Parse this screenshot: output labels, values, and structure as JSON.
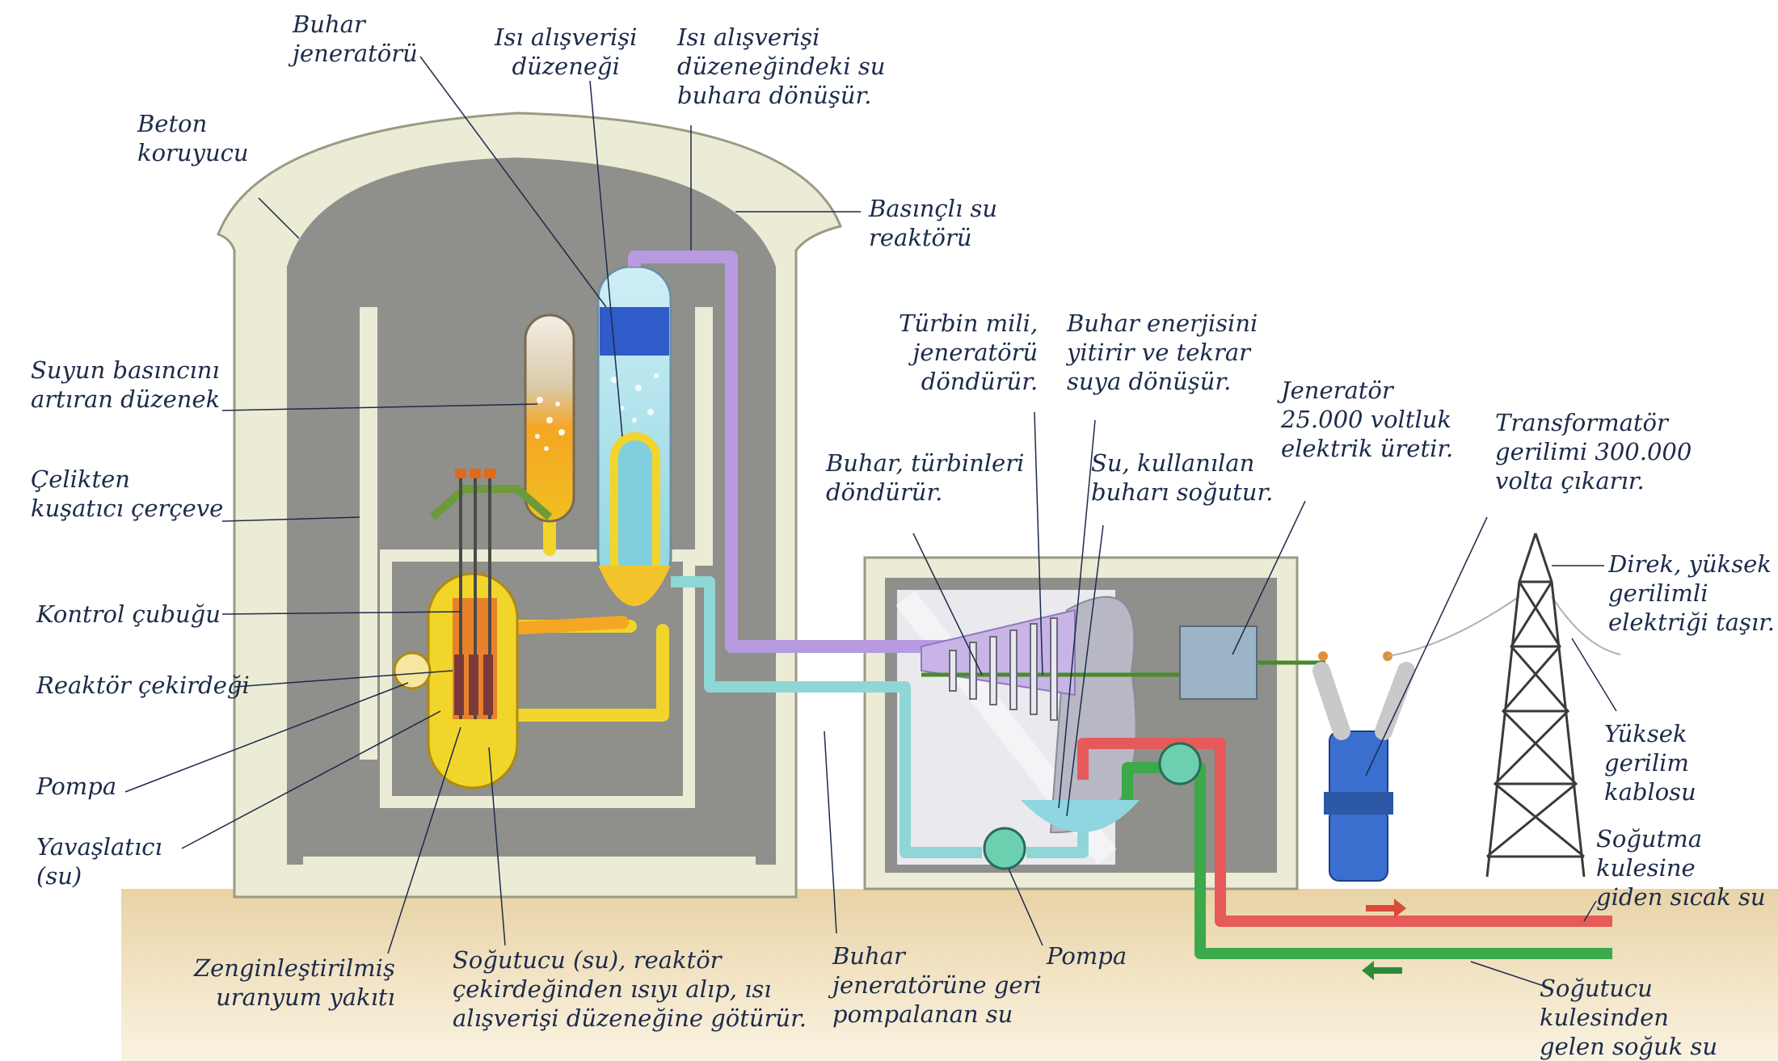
{
  "labels": {
    "steam_generator": "Buhar\njeneratörü",
    "heat_exchanger": "Isı alışverişi\ndüzeneği",
    "exchanger_water_to_steam": "Isı alışverişi\ndüzeneğindeki su\nbuhara dönüşür.",
    "concrete_shield": "Beton\nkoruyucu",
    "pressurized_water_reactor": "Basınçlı su\nreaktörü",
    "pressurizer": "Suyun basıncını\nartıran düzenek",
    "steel_frame": "Çelikten\nkuşatıcı çerçeve",
    "control_rod": "Kontrol çubuğu",
    "reactor_core": "Reaktör çekirdeği",
    "pump_left": "Pompa",
    "moderator": "Yavaşlatıcı\n(su)",
    "enriched_uranium": "Zenginleştirilmiş\nuranyum yakıtı",
    "coolant": "Soğutucu (su), reaktör\nçekirdeğinden ısıyı alıp, ısı\nalışverişi düzeneğine götürür.",
    "pumped_back_water": "Buhar\njeneratörüne geri\npompalanan su",
    "pump_bottom": "Pompa",
    "turbine_shaft": "Türbin mili,\njeneratörü\ndöndürür.",
    "steam_turns_turbines": "Buhar, türbinleri\ndöndürür.",
    "steam_loses_energy": "Buhar enerjisini\nyitirir ve tekrar\nsuya dönüşür.",
    "water_cools_steam": "Su, kullanılan\nbuharı soğutur.",
    "generator": "Jeneratör\n25.000 voltluk\nelektrik üretir.",
    "transformer": "Transformatör\ngerilimi 300.000\nvolta çıkarır.",
    "pylon": "Direk, yüksek\ngerilimli\nelektriği taşır.",
    "hv_cable": "Yüksek gerilim\nkablosu",
    "hot_water_out": "Soğutma kulesine\ngiden sıcak su",
    "cold_water_in": "Soğutucu kulesinden\ngelen soğuk su"
  },
  "colors": {
    "building": "#ecebd6",
    "interior": "#8f8f8b",
    "ground": "#f0e2c4",
    "steam_pipe": "#b79ae0",
    "coolant_pipe": "#f2d52a",
    "return_pipe": "#8fd6d6",
    "hot_pipe": "#e65a5a",
    "cold_pipe": "#3caa4a",
    "transformer": "#3a6fd0",
    "label_text": "#1c2b4a"
  }
}
